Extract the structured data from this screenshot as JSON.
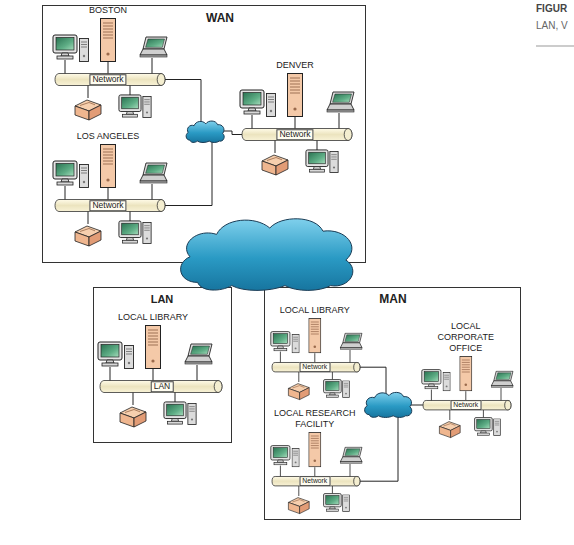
{
  "diagram": {
    "nodes": [
      {
        "text": [
          "WAN"
        ]
      },
      {
        "text": [
          "BOSTON",
          "Network"
        ],
        "in": 0
      },
      {
        "text": [
          "DENVER",
          "Network"
        ],
        "in": 0
      },
      {
        "text": [
          "LOS ANGELES",
          "Network"
        ],
        "in": 0
      },
      {
        "text": [
          "LAN"
        ]
      },
      {
        "text": [
          "LOCAL LIBRARY",
          "LAN"
        ],
        "in": 4
      },
      {
        "text": [
          "MAN"
        ]
      },
      {
        "text": [
          "LOCAL LIBRARY",
          "Network"
        ],
        "in": 6
      },
      {
        "text": [
          "LOCAL CORPORATE OFFICE",
          "Network"
        ],
        "in": 6
      },
      {
        "text": [
          "LOCAL RESEARCH FACILITY",
          "Network"
        ],
        "in": 6
      }
    ],
    "labels": [
      "FIGUR",
      "LAN, V"
    ]
  }
}
